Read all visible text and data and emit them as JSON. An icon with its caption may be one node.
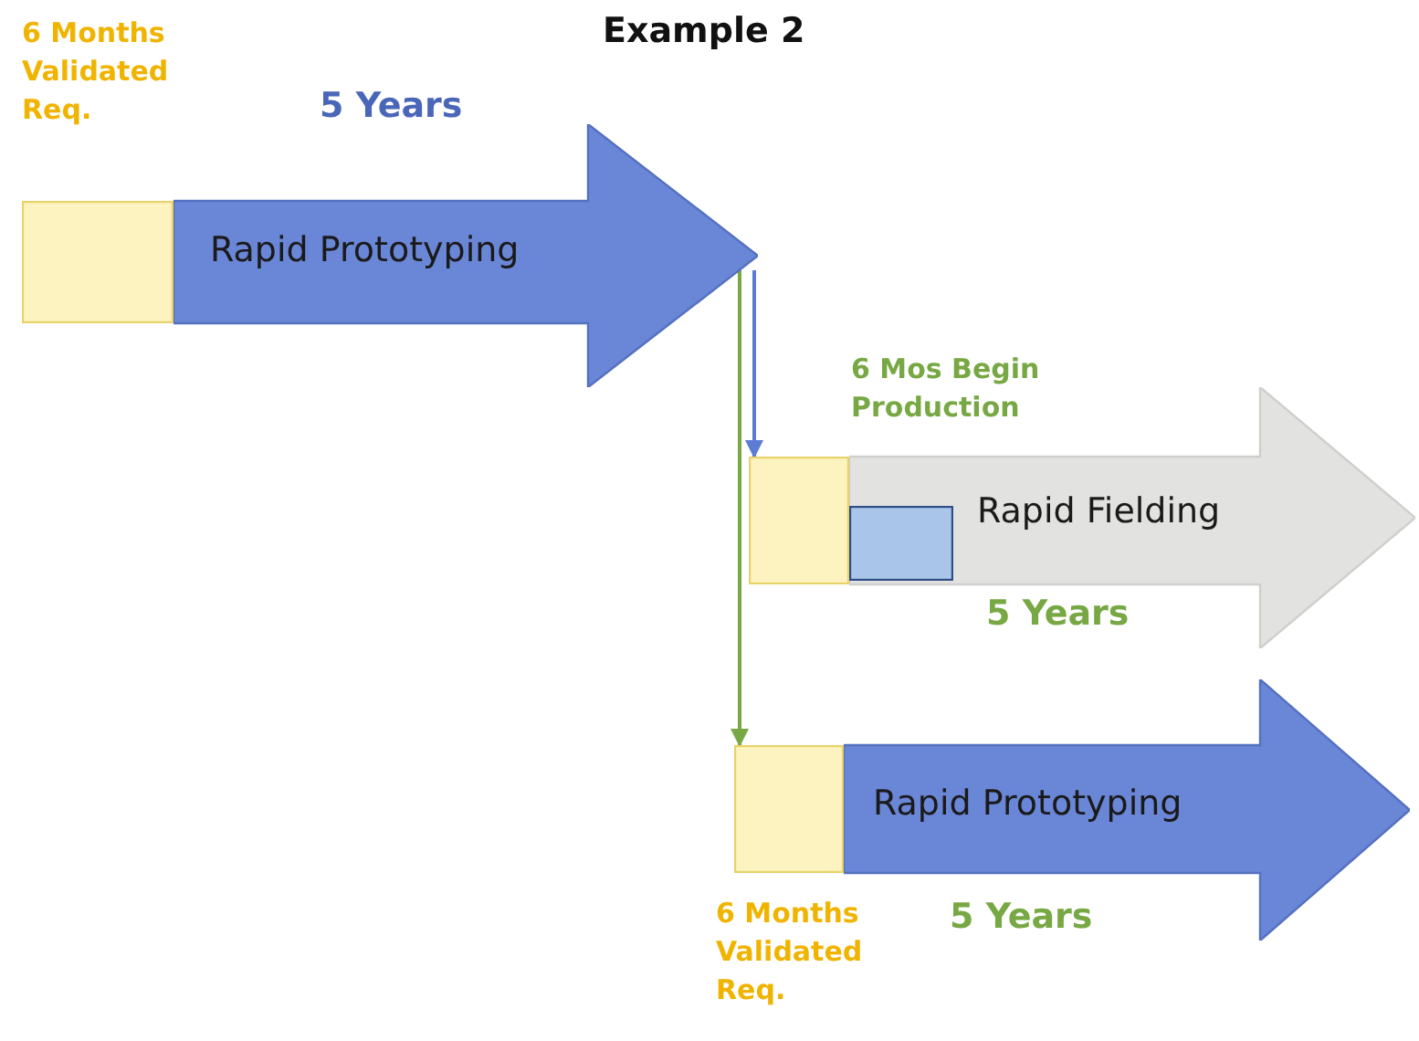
{
  "diagram": {
    "title": "Example 2",
    "nodes": [
      {
        "text": [],
        "shape": "box"
      },
      {
        "text": [
          "Rapid Prototyping"
        ],
        "beside": [
          "5 Years"
        ]
      },
      {
        "text": [],
        "shape": "box"
      },
      {
        "text": [
          "Rapid Fielding"
        ],
        "beside": [
          "5 Years"
        ]
      },
      {
        "text": [],
        "shape": "box",
        "in": 3
      },
      {
        "text": [],
        "shape": "box"
      },
      {
        "text": [
          "Rapid Prototyping"
        ],
        "beside": [
          "5 Years"
        ]
      }
    ],
    "edges": [
      {
        "from": 1,
        "to": 2,
        "arrow": "to",
        "color": "#5b7bd5"
      },
      {
        "from": 1,
        "to": 5,
        "arrow": "to",
        "color": "#77a844"
      }
    ],
    "labels": [
      "6 Months Validated Req.",
      "6 Mos Begin Production",
      "6 Months Validated Req."
    ]
  }
}
